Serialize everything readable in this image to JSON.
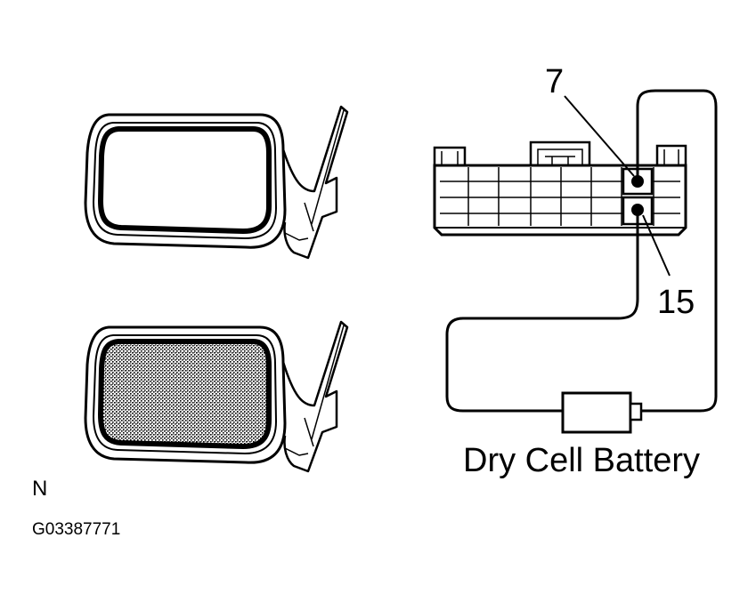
{
  "labels": {
    "pin_top": "7",
    "pin_bottom": "15",
    "battery": "Dry Cell Battery",
    "corner_letter": "N",
    "figure_code": "G03387771"
  }
}
